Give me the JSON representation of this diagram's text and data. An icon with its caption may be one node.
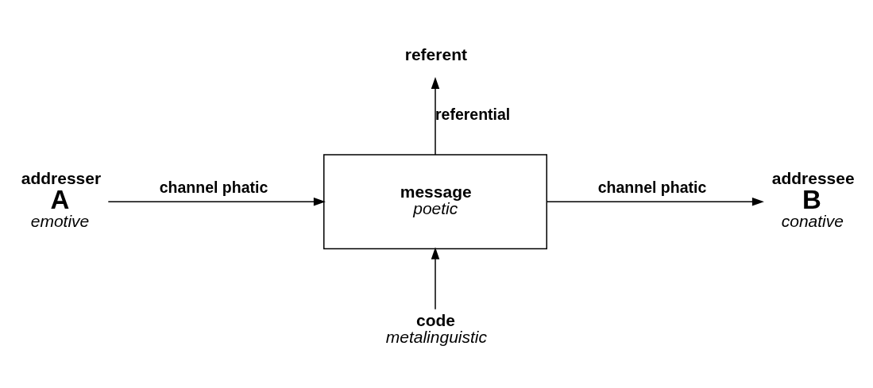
{
  "diagram": {
    "nodes": [
      {
        "text": [
          "A"
        ],
        "beside": [
          "addresser",
          "emotive"
        ]
      },
      {
        "text": [
          "message",
          "poetic"
        ]
      },
      {
        "text": [
          "B"
        ],
        "beside": [
          "addressee",
          "conative"
        ]
      },
      {
        "text": [
          "referent"
        ]
      },
      {
        "text": [
          "code",
          "metalinguistic"
        ]
      }
    ],
    "edges": [
      {
        "from": 0,
        "to": 1,
        "arrow": "to",
        "label": "channel phatic"
      },
      {
        "from": 1,
        "to": 2,
        "arrow": "to",
        "label": "channel phatic"
      },
      {
        "from": 1,
        "to": 3,
        "arrow": "to",
        "label": "referential"
      },
      {
        "from": 4,
        "to": 1,
        "arrow": "to"
      }
    ]
  }
}
